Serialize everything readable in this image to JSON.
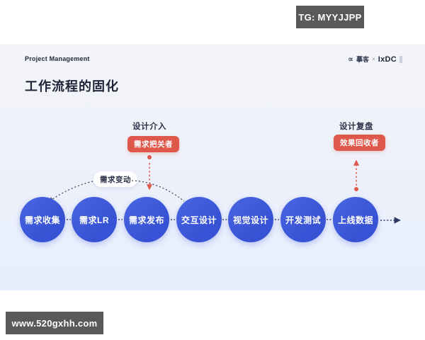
{
  "watermarks": {
    "top_right": "TG: MYYJJPP",
    "bottom_left": "www.520gxhh.com"
  },
  "slide": {
    "eyebrow": "Project Management",
    "logos": {
      "mark_icon": "∝",
      "partner": "摹客",
      "separator": "×",
      "org": "IxDC"
    },
    "title": "工作流程的固化",
    "annotations": {
      "design_entry_label": "设计介入",
      "design_entry_badge": "需求把关者",
      "design_review_label": "设计复盘",
      "design_review_badge": "效果回收者",
      "requirement_change_label": "需求变动"
    },
    "flow": {
      "nodes": [
        {
          "label": "需求收集"
        },
        {
          "label": "需求LR"
        },
        {
          "label": "需求发布"
        },
        {
          "label": "交互设计"
        },
        {
          "label": "视觉设计"
        },
        {
          "label": "开发测试"
        },
        {
          "label": "上线数据"
        }
      ]
    }
  },
  "colors": {
    "accent_red": "#df584c",
    "node_blue": "#3b57d8",
    "badge_gray": "#58595b",
    "title_navy": "#1f2538",
    "connector_dark": "#3d4a63",
    "slide_bg_top": "#f4f5f9",
    "slide_bg_bottom": "#e7eefe"
  }
}
